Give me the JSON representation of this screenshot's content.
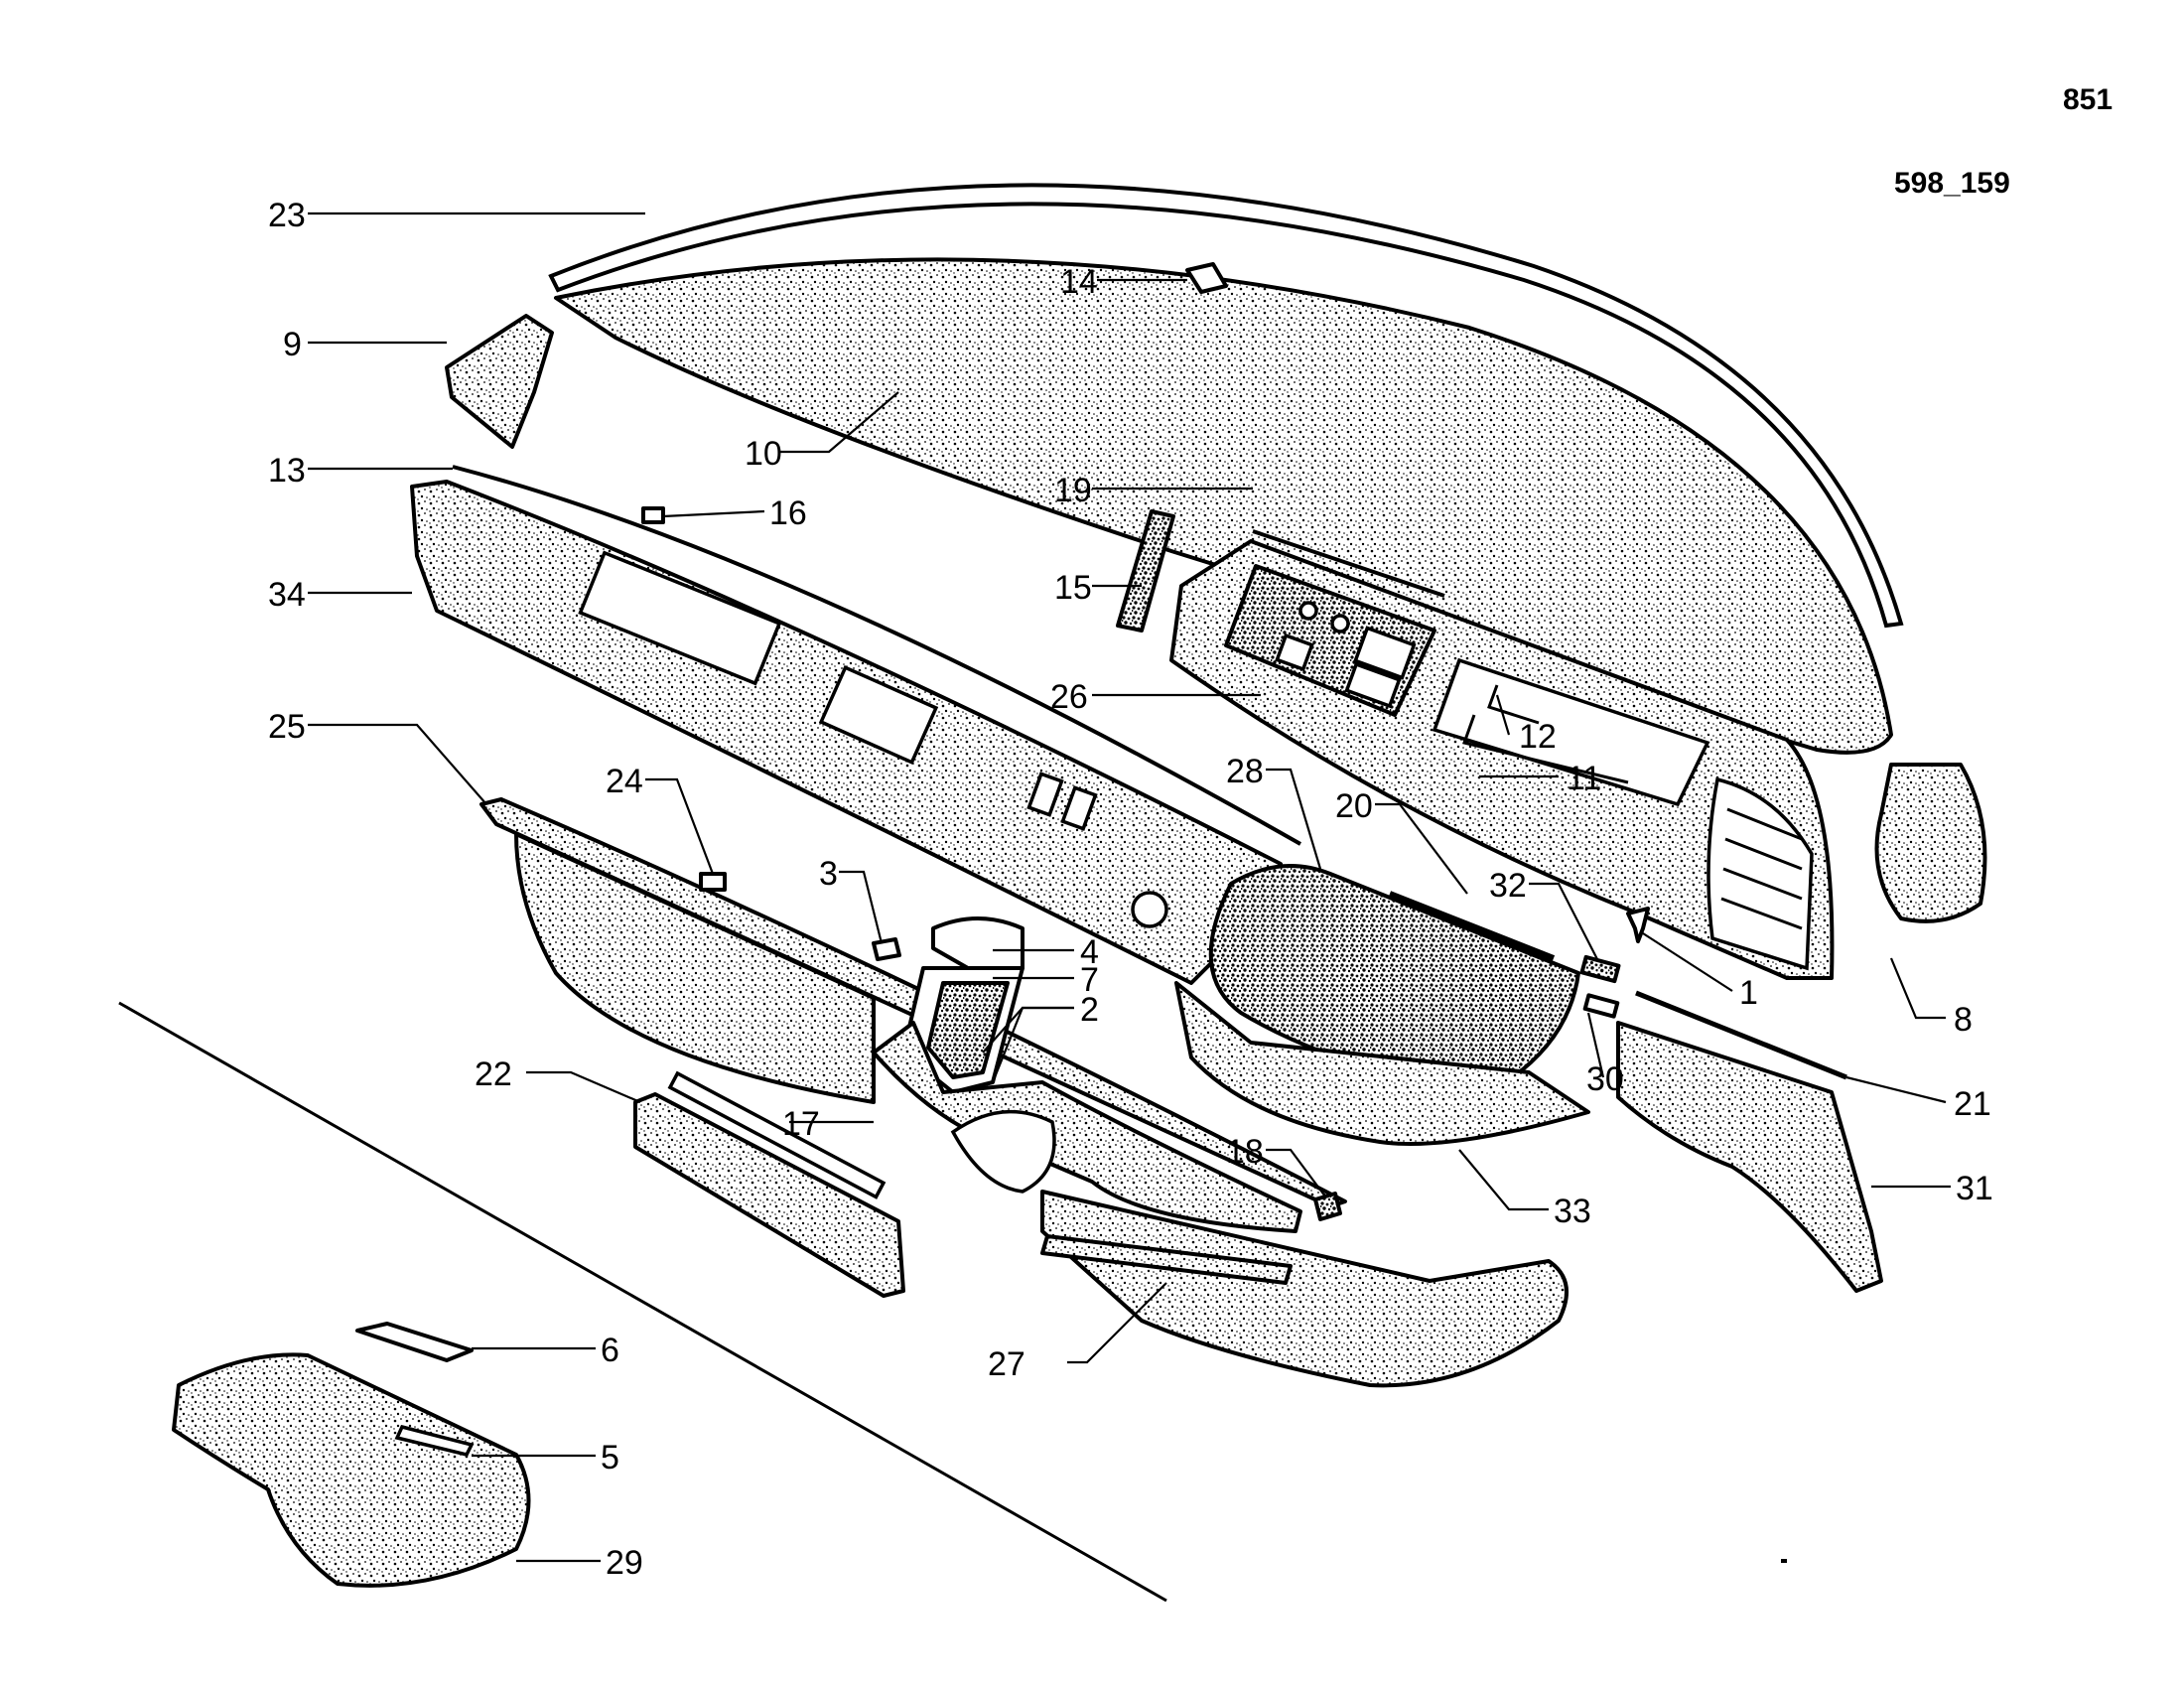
{
  "page_number": "851",
  "figure_ref": "598_159",
  "callouts": [
    "1",
    "2",
    "3",
    "4",
    "5",
    "6",
    "7",
    "8",
    "9",
    "10",
    "11",
    "12",
    "13",
    "14",
    "15",
    "16",
    "17",
    "18",
    "19",
    "20",
    "21",
    "22",
    "23",
    "24",
    "25",
    "26",
    "27",
    "28",
    "29",
    "30",
    "31",
    "32",
    "33",
    "34"
  ]
}
